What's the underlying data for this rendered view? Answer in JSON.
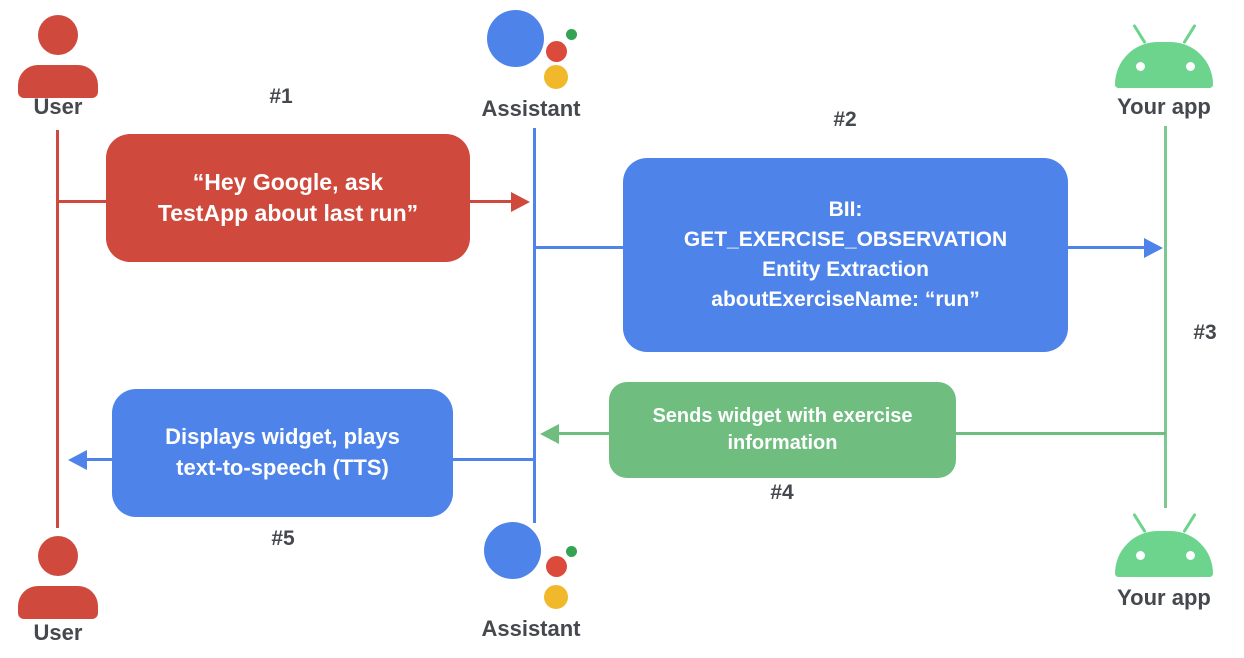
{
  "colors": {
    "user_red": "#D0493D",
    "assistant_blue": "#4E83EA",
    "message_green": "#6FBE80",
    "app_green": "#6CD48C",
    "lifeline_green": "#7CC98F",
    "label_gray": "#45484D",
    "assistant_logo": {
      "blue": "#4E83EA",
      "red": "#DB4A3B",
      "green": "#34A353",
      "yellow": "#F2B82B"
    }
  },
  "actors": {
    "user_top": {
      "label": "User"
    },
    "assistant_top": {
      "label": "Assistant"
    },
    "app_top": {
      "label": "Your app"
    },
    "user_bottom": {
      "label": "User"
    },
    "assistant_bottom": {
      "label": "Assistant"
    },
    "app_bottom": {
      "label": "Your app"
    }
  },
  "messages": {
    "m1": {
      "step": "#1",
      "text": "“Hey Google, ask\nTestApp about last run”",
      "from": "User",
      "to": "Assistant"
    },
    "m2": {
      "step": "#2",
      "text": "BII:\nGET_EXERCISE_OBSERVATION\nEntity Extraction\naboutExerciseName: “run”",
      "from": "Assistant",
      "to": "Your app"
    },
    "m3": {
      "step": "#3",
      "from": "Your app",
      "to": "Your app"
    },
    "m4": {
      "step": "#4",
      "text": "Sends widget with exercise\ninformation",
      "from": "Your app",
      "to": "Assistant"
    },
    "m5": {
      "step": "#5",
      "text": "Displays widget, plays\ntext-to-speech (TTS)",
      "from": "Assistant",
      "to": "User"
    }
  }
}
